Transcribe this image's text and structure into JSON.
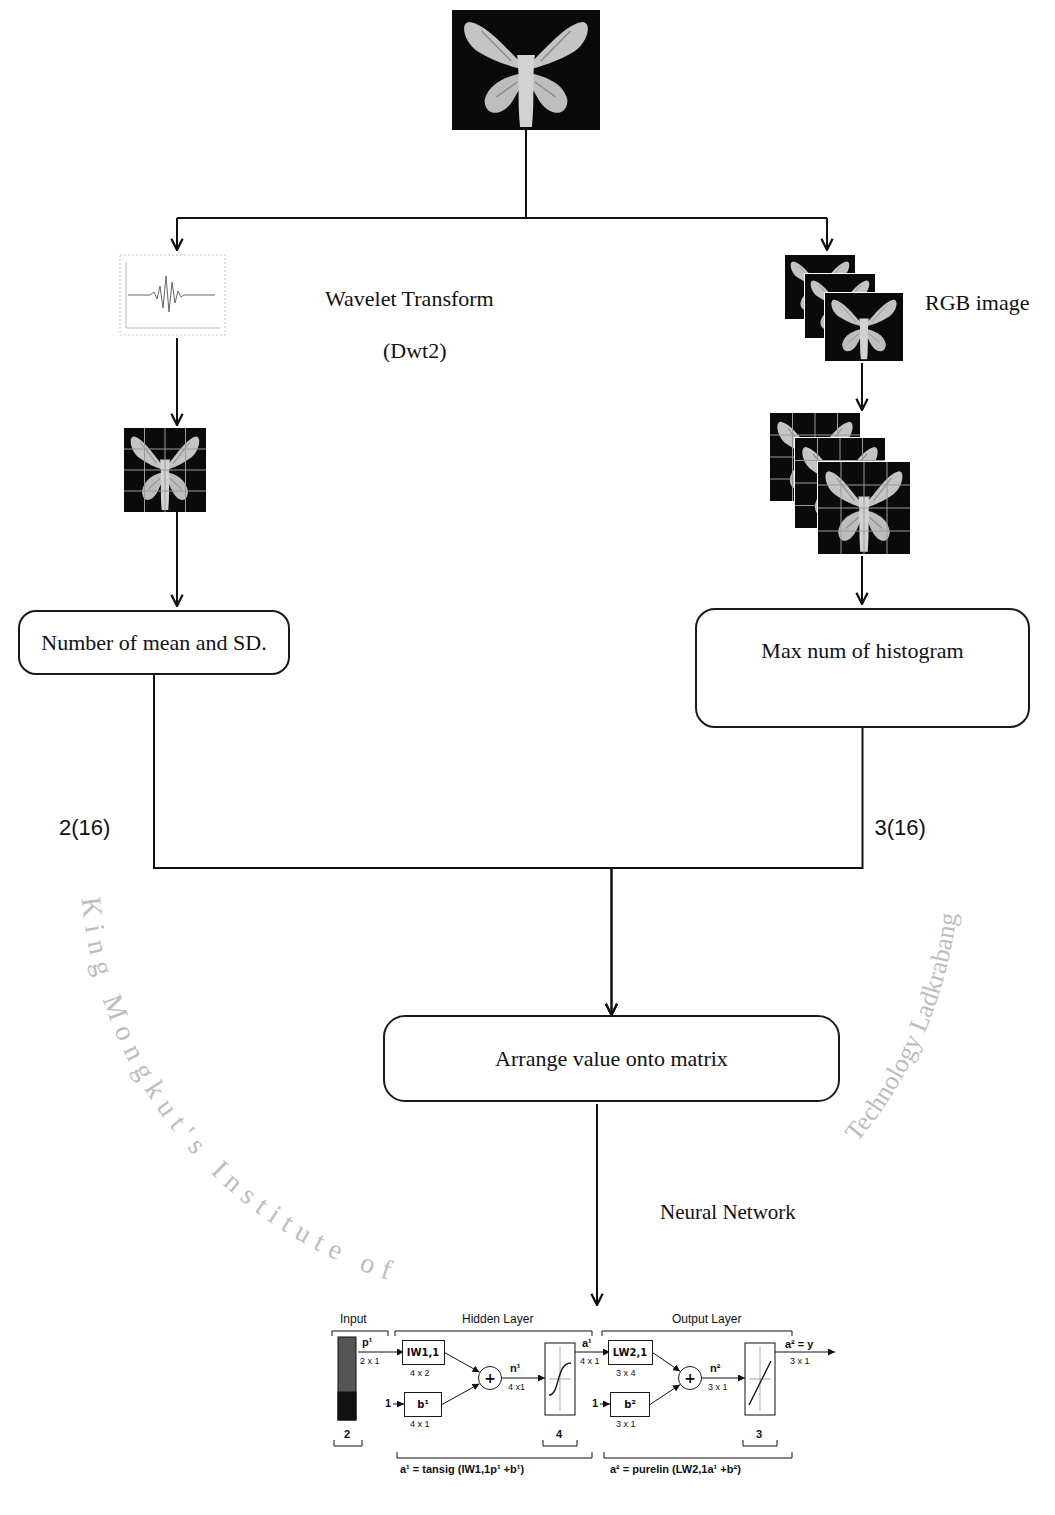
{
  "diagram": {
    "nodes": [
      {
        "text": [
          "Number of mean and SD."
        ]
      },
      {
        "text": [
          "Max num of histogram"
        ]
      },
      {
        "text": [
          "Arrange value onto matrix"
        ]
      },
      {
        "text": [
          "IW1,1"
        ]
      },
      {
        "text": [
          "b¹"
        ]
      },
      {
        "text": [
          "+"
        ]
      },
      {
        "text": [
          "LW2,1"
        ]
      },
      {
        "text": [
          "b²"
        ]
      },
      {
        "text": [
          "+"
        ]
      }
    ],
    "edges": [
      {
        "from": 0,
        "to": 2,
        "arrow": "to",
        "label": "2(16)"
      },
      {
        "from": 1,
        "to": 2,
        "arrow": "to",
        "label": "3(16)"
      },
      {
        "from": 3,
        "to": 5,
        "arrow": "to"
      },
      {
        "from": 4,
        "to": 5,
        "arrow": "to"
      },
      {
        "from": 6,
        "to": 8,
        "arrow": "to"
      },
      {
        "from": 7,
        "to": 8,
        "arrow": "to"
      }
    ],
    "labels": [
      "Wavelet Transform",
      "(Dwt2)",
      "RGB image",
      "Neural Network",
      "King Mongkut's Institute of",
      "Technology Ladkrabang",
      "Input",
      "Hidden Layer",
      "Output Layer",
      "p¹",
      "2 x 1",
      "4 x 2",
      "4 x 1",
      "1",
      "n¹",
      "4 x1",
      "4",
      "a¹",
      "4 x 1",
      "3 x 4",
      "3 x 1",
      "1",
      "n²",
      "3 x 1",
      "3",
      "a² = y",
      "3 x 1",
      "2",
      "a¹ = tansig (IW1,1p¹ +b¹)",
      "a² = purelin (LW2,1a¹ +b²)"
    ]
  }
}
